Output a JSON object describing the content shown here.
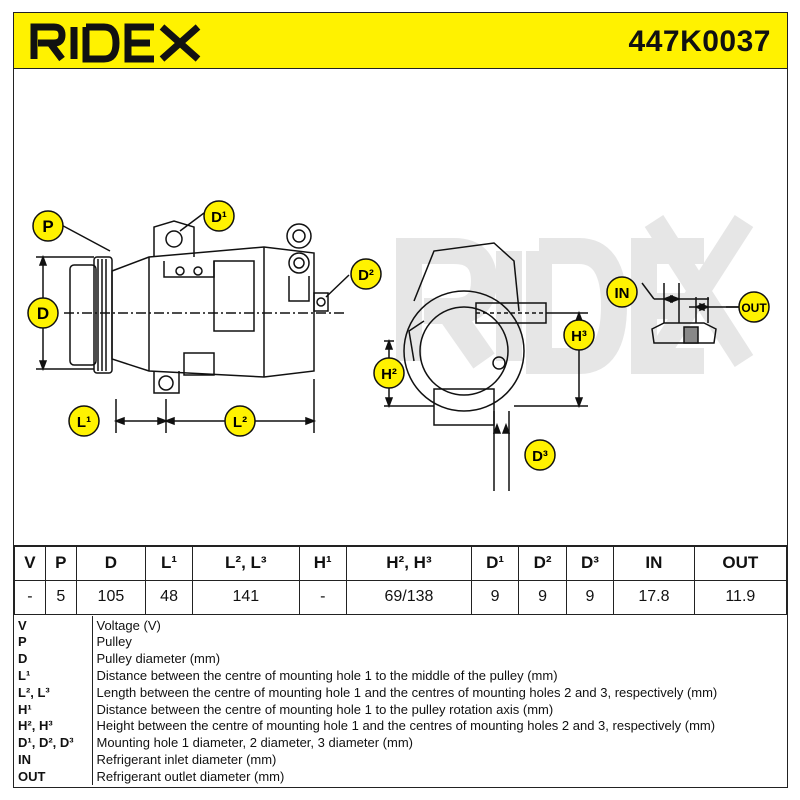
{
  "header": {
    "brand": "RIDEX",
    "part_number": "447K0037"
  },
  "colors": {
    "accent": "#fff200",
    "line": "#222222",
    "watermark": "#e6e6e6"
  },
  "drawing": {
    "labels": {
      "P": "P",
      "D1": "D¹",
      "D": "D",
      "D2": "D²",
      "L1": "L¹",
      "L2": "L²",
      "H2": "H²",
      "H3": "H³",
      "D3": "D³",
      "IN": "IN",
      "OUT": "OUT"
    },
    "watermark": "RIDEX"
  },
  "specs": {
    "headers": [
      "V",
      "P",
      "D",
      "L¹",
      "L², L³",
      "H¹",
      "H², H³",
      "D¹",
      "D²",
      "D³",
      "IN",
      "OUT"
    ],
    "values": [
      "-",
      "5",
      "105",
      "48",
      "141",
      "-",
      "69/138",
      "9",
      "9",
      "9",
      "17.8",
      "11.9"
    ]
  },
  "legend": [
    {
      "key": "V",
      "desc": "Voltage (V)"
    },
    {
      "key": "P",
      "desc": "Pulley"
    },
    {
      "key": "D",
      "desc": "Pulley diameter (mm)"
    },
    {
      "key": "L¹",
      "desc": "Distance between the centre of mounting hole 1 to the middle of the pulley (mm)"
    },
    {
      "key": "L², L³",
      "desc": "Length between the centre of mounting hole 1 and the centres of mounting holes 2 and 3, respectively (mm)"
    },
    {
      "key": "H¹",
      "desc": "Distance between the centre of mounting hole 1 to the pulley rotation axis (mm)"
    },
    {
      "key": "H², H³",
      "desc": "Height between the centre of mounting hole 1 and the centres of mounting holes 2 and 3, respectively (mm)"
    },
    {
      "key": "D¹, D², D³",
      "desc": "Mounting hole 1 diameter, 2 diameter, 3 diameter (mm)"
    },
    {
      "key": "IN",
      "desc": "Refrigerant inlet diameter (mm)"
    },
    {
      "key": "OUT",
      "desc": "Refrigerant outlet diameter (mm)"
    }
  ]
}
